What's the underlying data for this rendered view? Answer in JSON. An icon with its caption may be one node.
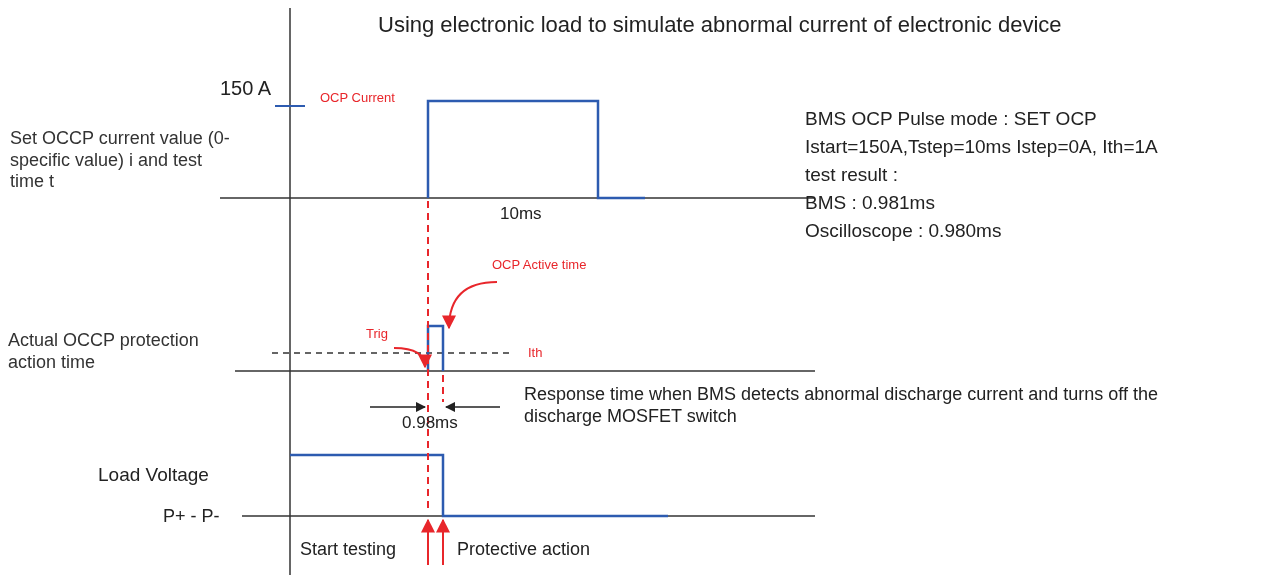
{
  "diagram": {
    "title": "Using electronic load to simulate abnormal current of electronic device",
    "nodes": [
      {
        "text": [
          "OCP Active time"
        ]
      },
      {
        "text": [
          "Trig"
        ]
      },
      {
        "text": [],
        "shape": "picture"
      }
    ],
    "edges": [
      {
        "from": 0,
        "to": 2,
        "arrow": "to"
      },
      {
        "from": 1,
        "to": 2,
        "arrow": "to"
      }
    ],
    "labels": [
      "150 A",
      "OCP Current",
      "Set OCCP current value (0-specific value) i and test time t",
      "10ms",
      "Actual OCCP protection action time",
      "Ith",
      "0.98ms",
      "Response time when BMS detects abnormal discharge current and turns off the discharge MOSFET switch",
      "Load Voltage",
      "P+ - P-",
      "BMS OCP Pulse mode : SET OCP",
      "Istart=150A,Tstep=10ms Istep=0A, Ith=1A",
      "test result :",
      "BMS : 0.981ms",
      "Oscilloscope : 0.980ms",
      "Start testing",
      "Protective action"
    ]
  }
}
